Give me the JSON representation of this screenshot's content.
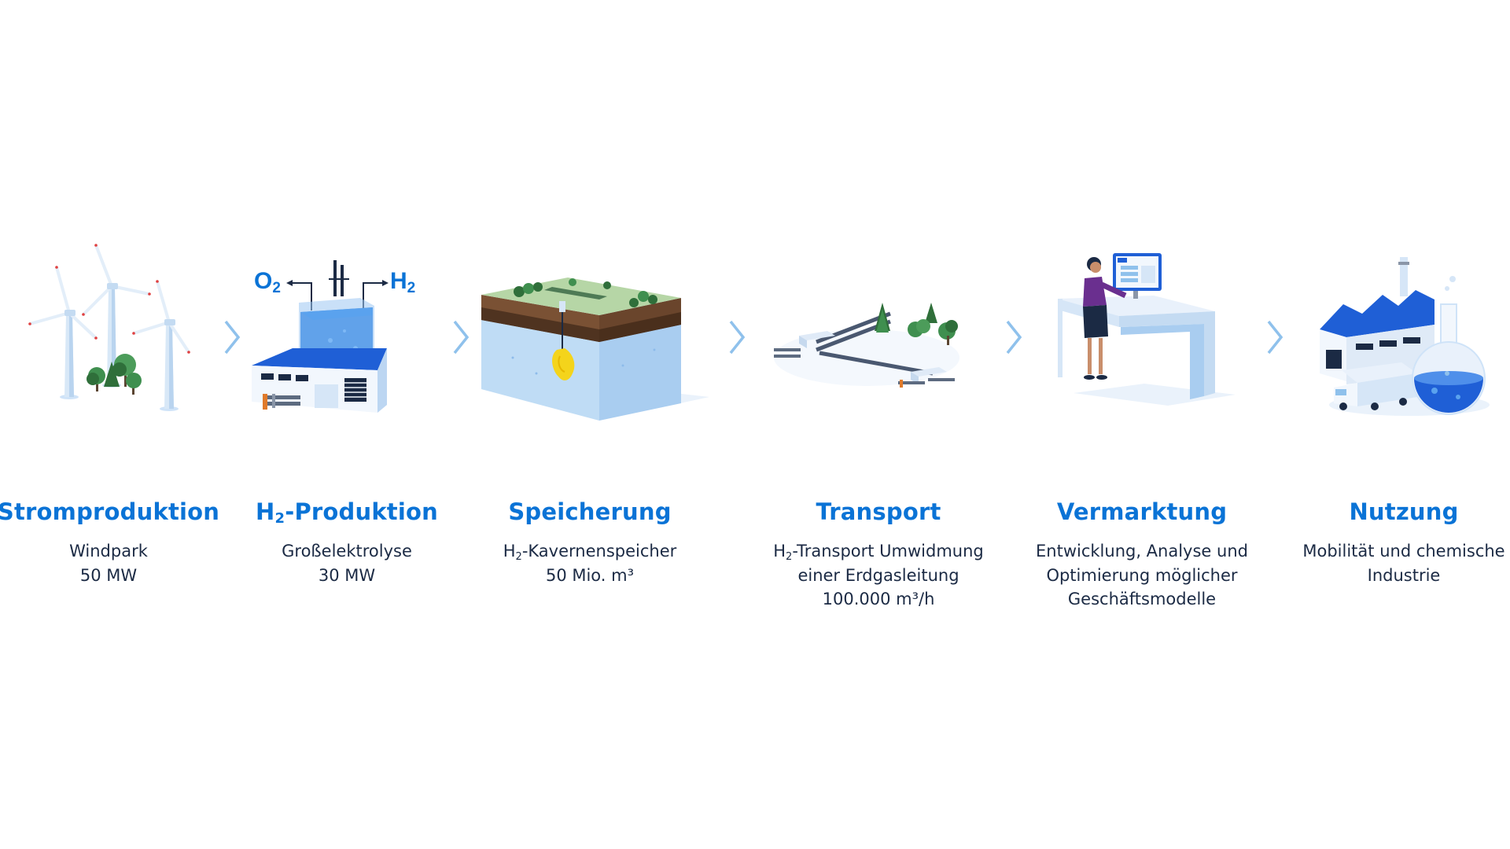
{
  "colors": {
    "title": "#0a73d6",
    "text": "#1b2a44",
    "chevron": "#8fc1ec",
    "accent_blue": "#1f5fd6",
    "light_blue": "#cfe3f8"
  },
  "steps": [
    {
      "title_pre": "Stromproduktion",
      "title_sub": "",
      "title_post": "",
      "desc": [
        {
          "pre": "Windpark",
          "sub": "",
          "post": ""
        },
        {
          "pre": "50 MW",
          "sub": "",
          "post": ""
        }
      ],
      "icon": "wind-farm-icon"
    },
    {
      "title_pre": "H",
      "title_sub": "2",
      "title_post": "-Produktion",
      "desc": [
        {
          "pre": "Großelektrolyse",
          "sub": "",
          "post": ""
        },
        {
          "pre": "30 MW",
          "sub": "",
          "post": ""
        }
      ],
      "icon": "electrolysis-plant-icon"
    },
    {
      "title_pre": "Speicherung",
      "title_sub": "",
      "title_post": "",
      "desc": [
        {
          "pre": "H",
          "sub": "2",
          "post": "-Kavernenspeicher"
        },
        {
          "pre": "50 Mio. m³",
          "sub": "",
          "post": ""
        }
      ],
      "icon": "cavern-storage-icon"
    },
    {
      "title_pre": "Transport",
      "title_sub": "",
      "title_post": "",
      "desc": [
        {
          "pre": "H",
          "sub": "2",
          "post": "-Transport Umwidmung"
        },
        {
          "pre": "einer Erdgasleitung",
          "sub": "",
          "post": ""
        },
        {
          "pre": "100.000 m³/h",
          "sub": "",
          "post": ""
        }
      ],
      "icon": "pipeline-icon"
    },
    {
      "title_pre": "Vermarktung",
      "title_sub": "",
      "title_post": "",
      "desc": [
        {
          "pre": "Entwicklung, Analyse und",
          "sub": "",
          "post": ""
        },
        {
          "pre": "Optimierung möglicher",
          "sub": "",
          "post": ""
        },
        {
          "pre": "Geschäftsmodelle",
          "sub": "",
          "post": ""
        }
      ],
      "icon": "marketing-workstation-icon"
    },
    {
      "title_pre": "Nutzung",
      "title_sub": "",
      "title_post": "",
      "desc": [
        {
          "pre": "Mobilität und chemische",
          "sub": "",
          "post": ""
        },
        {
          "pre": "Industrie",
          "sub": "",
          "post": ""
        }
      ],
      "icon": "industry-usage-icon"
    }
  ],
  "illustration_labels": {
    "o2_pre": "O",
    "o2_sub": "2",
    "h2_pre": "H",
    "h2_sub": "2"
  },
  "chevrons": [
    "chevron-right-icon",
    "chevron-right-icon",
    "chevron-right-icon",
    "chevron-right-icon",
    "chevron-right-icon"
  ]
}
